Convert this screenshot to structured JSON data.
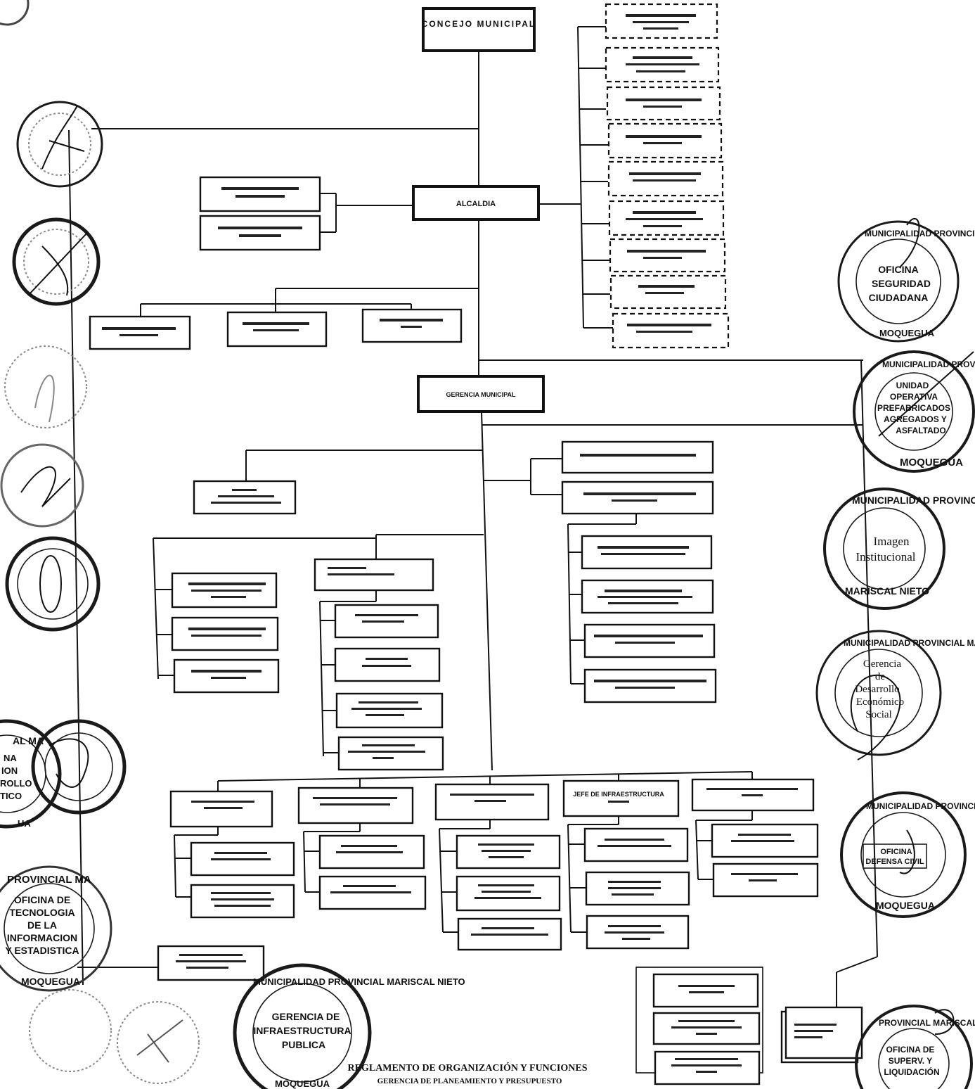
{
  "org_chart": {
    "concejo": "CONCEJO MUNICIPAL",
    "alcaldia": "ALCALDIA",
    "gerencia_municipal": "GERENCIA MUNICIPAL",
    "gerencia_jefe": "JEFE DE INFRAESTRUCTURA"
  },
  "stamps": {
    "seguridad": {
      "ring": "MUNICIPALIDAD PROVINCIAL MARISCAL NIETO",
      "city": "MOQUEGUA",
      "lines": [
        "OFICINA",
        "SEGURIDAD",
        "CIUDADANA"
      ]
    },
    "unidad_operativa": {
      "ring": "MUNICIPALIDAD PROVINCIAL MARISCAL NIETO",
      "city": "MOQUEGUA",
      "lines": [
        "UNIDAD",
        "OPERATIVA",
        "PREFABRICADOS",
        "AGREGADOS Y",
        "ASFALTADO"
      ]
    },
    "imagen": {
      "ring_top": "MUNICIPALIDAD PROVINCIAL",
      "ring_bottom": "MARISCAL NIETO",
      "lines": [
        "Imagen",
        "Institucional"
      ]
    },
    "desarrollo": {
      "ring": "MUNICIPALIDAD PROVINCIAL MARISCAL NIETO",
      "lines": [
        "Gerencia",
        "de",
        "Desarrollo",
        "Económico",
        "Social"
      ]
    },
    "defensa": {
      "ring": "MUNICIPALIDAD PROVINCIAL MARISCAL NIETO",
      "city": "MOQUEGUA",
      "lines": [
        "OFICINA",
        "DEFENSA CIVIL"
      ]
    },
    "supervision": {
      "ring": "PROVINCIAL MARISCAL",
      "lines": [
        "OFICINA DE",
        "SUPERV. Y",
        "LIQUIDACIÓN"
      ]
    },
    "infraestructura": {
      "ring": "MUNICIPALIDAD PROVINCIAL MARISCAL NIETO",
      "city": "MOQUEGUA",
      "lines": [
        "GERENCIA DE",
        "INFRAESTRUCTURA",
        "PUBLICA"
      ]
    },
    "tecnologia": {
      "ring": "PROVINCIAL MA",
      "city": "MOQUEGUA",
      "lines": [
        "OFICINA DE",
        "TECNOLOGIA",
        "DE LA",
        "INFORMACION",
        "Y ESTADISTICA"
      ]
    },
    "planeamiento": {
      "ring": "AL MA",
      "city": "UA",
      "lines": [
        "NA",
        "ION",
        "ROLLO",
        "TICO"
      ]
    }
  },
  "footer": {
    "line1": "REGLAMENTO DE ORGANIZACIÓN Y FUNCIONES",
    "line2": "GERENCIA DE PLANEAMIENTO Y PRESUPUESTO"
  }
}
